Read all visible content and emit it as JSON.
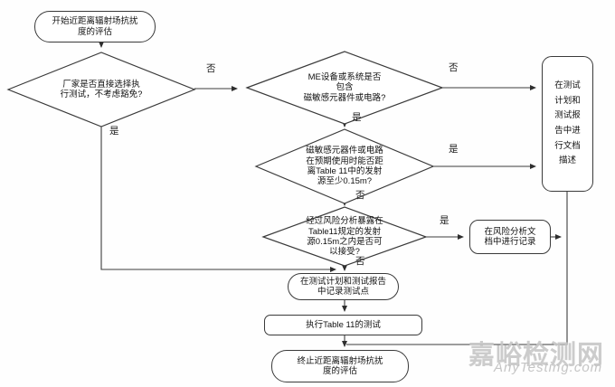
{
  "flowchart": {
    "nodes": {
      "start": "开始近距离辐射场抗扰\n度的评估",
      "decision_direct_test": "厂家是否直接选择执\n行测试，不考虑豁免?",
      "decision_contains_sensitive": "ME设备或系统是否\n包含\n磁敏感元器件或电路?",
      "decision_distance": "磁敏感元器件或电路\n在预期使用时能否距\n离Table 11中的发射\n源至少0.15m?",
      "decision_risk_acceptable": "经过风险分析暴露在\nTable11规定的发射\n源0.15m之内是否可\n以接受?",
      "document_in_plan_report": "在测试\n计划和\n测试报\n告中进\n行文档\n描述",
      "record_risk_analysis": "在风险分析文\n档中进行记录",
      "record_test_points": "在测试计划和测试报告\n中记录测试点",
      "perform_table11_test": "执行Table 11的测试",
      "end": "终止近距离辐射场抗扰\n度的评估"
    },
    "edge_labels": {
      "d1_no": "否",
      "d1_yes": "是",
      "d2_no": "否",
      "d2_yes": "是",
      "d3_yes": "是",
      "d3_no": "否",
      "d4_yes": "是",
      "d4_no": "否"
    }
  },
  "watermark": {
    "site_name": "嘉峪检测网",
    "site_url": "AnyTesting.com"
  }
}
